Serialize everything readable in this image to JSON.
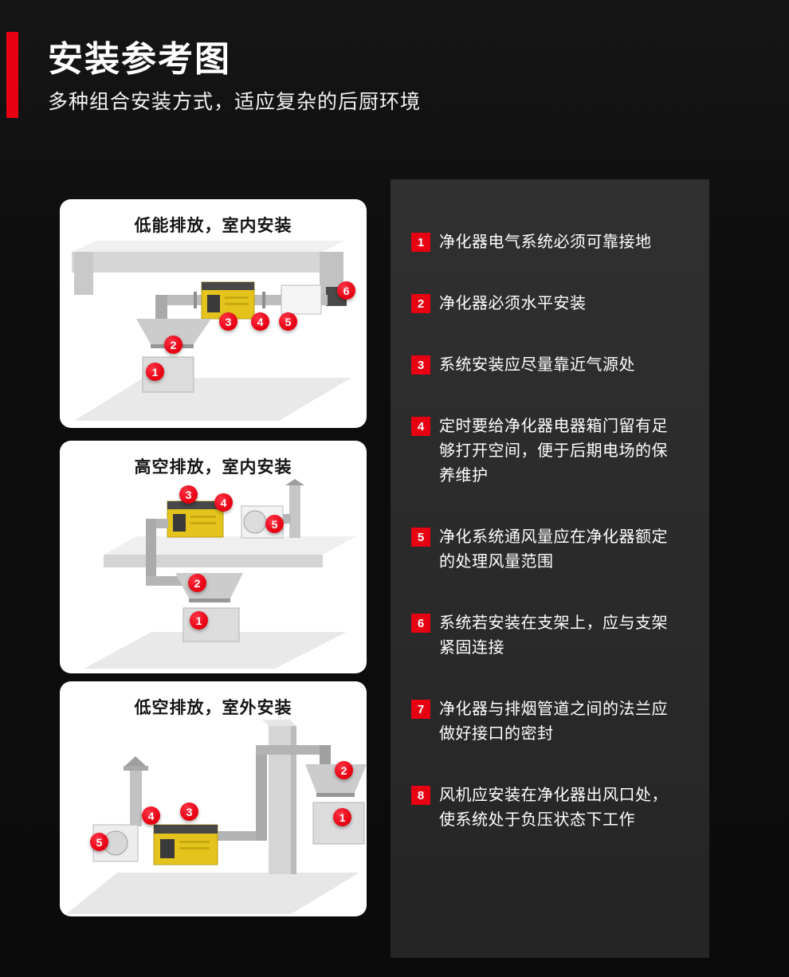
{
  "header": {
    "title": "安装参考图",
    "subtitle": "多种组合安装方式，适应复杂的后厨环境"
  },
  "colors": {
    "accent": "#e60012",
    "page_bg": "#0d0d0d",
    "panel_bg": "#ffffff",
    "notes_bg": "#2b2b2b",
    "purifier_yellow": "#e4c41c"
  },
  "diagrams": [
    {
      "title": "低能排放，室内安装",
      "markers": [
        "1",
        "2",
        "3",
        "4",
        "5",
        "6"
      ]
    },
    {
      "title": "高空排放，室内安装",
      "markers": [
        "1",
        "2",
        "3",
        "4",
        "5"
      ]
    },
    {
      "title": "低空排放，室外安装",
      "markers": [
        "1",
        "2",
        "3",
        "4",
        "5"
      ]
    }
  ],
  "notes": [
    {
      "num": "1",
      "text": "净化器电气系统必须可靠接地"
    },
    {
      "num": "2",
      "text": "净化器必须水平安装"
    },
    {
      "num": "3",
      "text": "系统安装应尽量靠近气源处"
    },
    {
      "num": "4",
      "text": "定时要给净化器电器箱门留有足够打开空间，便于后期电场的保养维护"
    },
    {
      "num": "5",
      "text": "净化系统通风量应在净化器额定的处理风量范围"
    },
    {
      "num": "6",
      "text": "系统若安装在支架上，应与支架紧固连接"
    },
    {
      "num": "7",
      "text": "净化器与排烟管道之间的法兰应做好接口的密封"
    },
    {
      "num": "8",
      "text": "风机应安装在净化器出风口处，使系统处于负压状态下工作"
    }
  ]
}
